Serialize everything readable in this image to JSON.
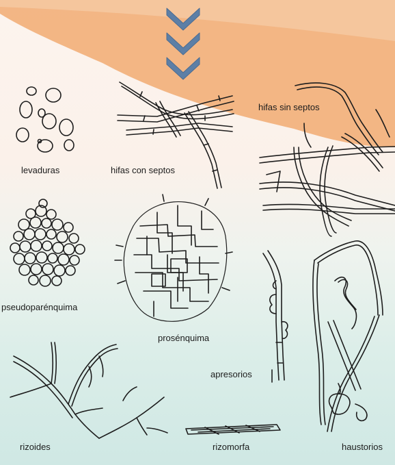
{
  "colors": {
    "accent_orange": "#f2b27e",
    "chevron_blue": "#5d7fa6",
    "line": "#1d1d1d",
    "bg_top": "#fcf4ee",
    "bg_bottom": "#cfe8e4"
  },
  "icons": [
    "chevron-down-icon",
    "chevron-down-icon",
    "chevron-down-icon"
  ],
  "labels": {
    "levaduras": "levaduras",
    "hifas_con_septos": "hifas con septos",
    "hifas_sin_septos": "hifas sin septos",
    "pseudoparenquima": "pseudoparénquima",
    "prosenquima": "prosénquima",
    "apresorios": "apresorios",
    "rizoides": "rizoides",
    "rizomorfa": "rizomorfa",
    "haustorios": "haustorios"
  }
}
